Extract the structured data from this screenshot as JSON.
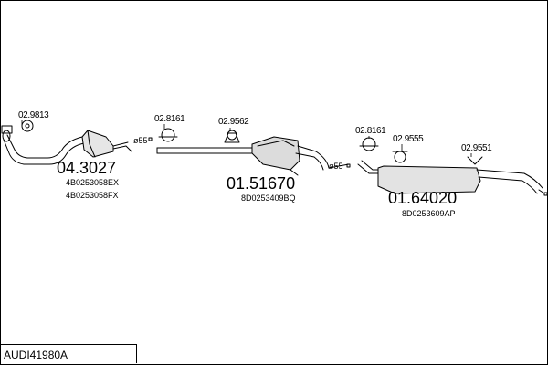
{
  "parts": {
    "front_pipe": {
      "number": "04.3027",
      "oe": [
        "4B0253058EX",
        "4B0253058FX"
      ]
    },
    "middle_silencer": {
      "number": "01.51670",
      "oe": "8D0253409BQ"
    },
    "rear_silencer": {
      "number": "01.64020",
      "oe": "8D0253609AP"
    }
  },
  "fittings": {
    "gasket": "02.9813",
    "clamp_1": "02.8161",
    "mount_1": "02.9562",
    "clamp_2": "02.8161",
    "mount_2": "02.9555",
    "mount_3": "02.9551"
  },
  "diameters": {
    "d1": "ø55",
    "d2": "ø55"
  },
  "footer": {
    "code": "AUDI41980A"
  }
}
